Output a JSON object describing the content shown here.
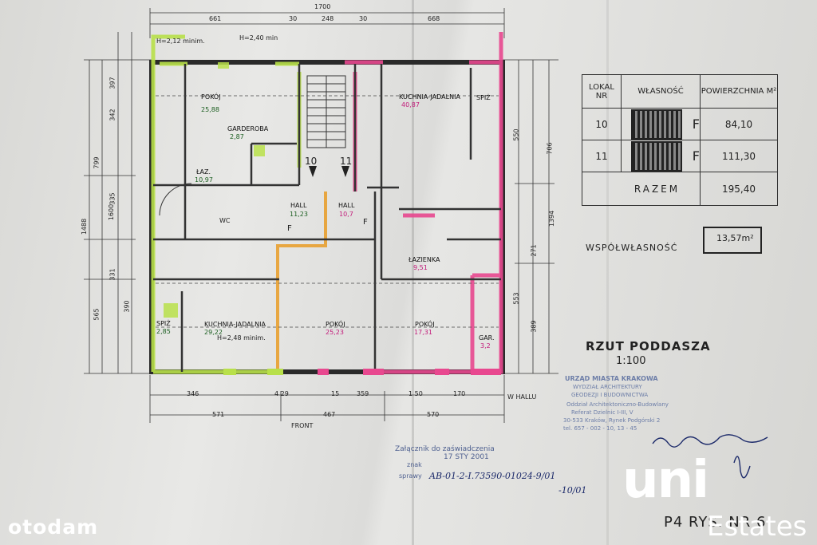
{
  "plan": {
    "overall_width": "1700",
    "top_dims": [
      "661",
      "30",
      "248",
      "30",
      "668"
    ],
    "front_label": "FRONT",
    "bottom_dims_1": [
      "346",
      "4 29",
      "15",
      "359",
      "1 50",
      "170",
      "W HALLU"
    ],
    "bottom_dims_2": [
      "571",
      "467",
      "570"
    ],
    "left_dims": [
      "1488",
      "799",
      "1600",
      "565",
      "397",
      "342",
      "335",
      "331",
      "390"
    ],
    "right_dims": [
      "706",
      "1394",
      "550",
      "553",
      "389",
      "271"
    ]
  },
  "rooms": [
    {
      "name": "POKÓJ",
      "area": "25,88"
    },
    {
      "name": "GARDEROBA",
      "area": "2,87"
    },
    {
      "name": "ŁAZ.",
      "area": "10,97"
    },
    {
      "name": "HALL",
      "area": "11,23"
    },
    {
      "name": "HALL",
      "area": "10,7"
    },
    {
      "name": "KUCHNIA-JADALNIA",
      "area": "29,22"
    },
    {
      "name": "SPIŻ",
      "area": "2,85"
    },
    {
      "name": "POKÓJ",
      "area": "25,23"
    },
    {
      "name": "KUCHNIA-JADALNIA",
      "area": "40,87"
    },
    {
      "name": "SPIŻ",
      "area": ""
    },
    {
      "name": "ŁAZIENKA",
      "area": "9,51"
    },
    {
      "name": "POKÓJ",
      "area": "17,31"
    },
    {
      "name": "GAR.",
      "area": "3,2"
    }
  ],
  "plan_notes": {
    "height_1": "H=2,12 minim.",
    "height_2": "H=2,40 min",
    "height_3": "H=2,48 minim.",
    "wc": "WC",
    "f1": "F",
    "f2": "F"
  },
  "lokal_table": {
    "headers": [
      "LOKAL NR",
      "WŁASNOŚĆ",
      "POWIERZCHNIA M²"
    ],
    "rows": [
      {
        "nr": "10",
        "type": "F",
        "area": "84,10"
      },
      {
        "nr": "11",
        "type": "F",
        "area": "111,30"
      }
    ],
    "total_label": "RAZEM",
    "total_value": "195,40"
  },
  "wspolwlasnosc": {
    "label": "WSPÓŁWŁASNOŚĆ",
    "value": "13,57m²"
  },
  "title": {
    "main": "RZUT PODDASZA",
    "scale": "1:100"
  },
  "stamp": {
    "line1": "URZĄD MIASTA KRAKOWA",
    "line2": "WYDZIAŁ ARCHITEKTURY",
    "line3": "GEODEZJI I BUDOWNICTWA",
    "line4": "Oddział Architektoniczno-Budowlany",
    "line5": "Referat Dzielnic I-III, V",
    "line6": "30-533 Kraków, Rynek Podgórski 2",
    "line7": "tel. 657 - 002 - 10, 13 - 45"
  },
  "annex": {
    "line1": "Załącznik do zaświadczenia",
    "date": "17 STY 2001",
    "znak_label": "znak",
    "sprawy_label": "sprawy",
    "case_no": "AB-01-2-I.73590-01024-9/01",
    "case_no_2": "-10/01"
  },
  "sheet_mark": "P4   RYS. NR 6",
  "watermarks": {
    "left": "otodam",
    "right_1": "uni",
    "right_2": "Estates"
  }
}
